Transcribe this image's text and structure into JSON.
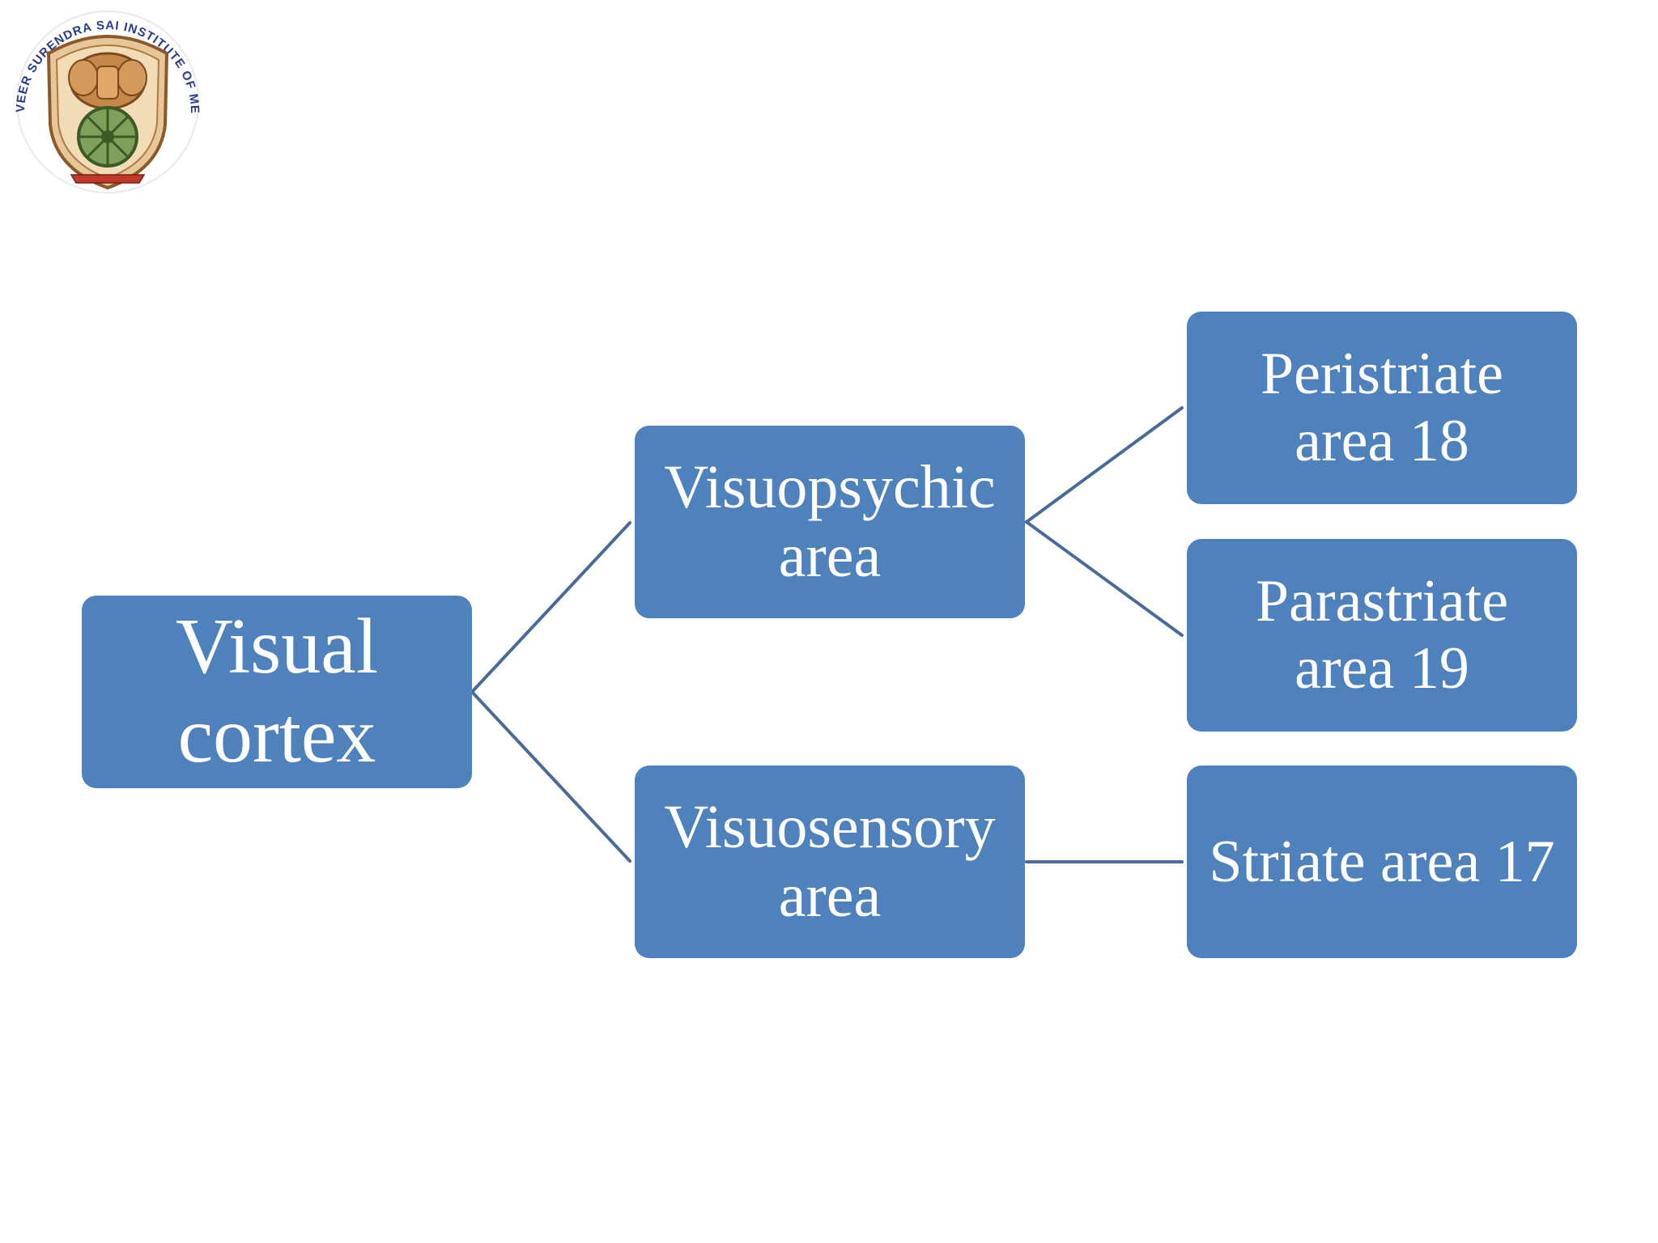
{
  "colors": {
    "node_fill": "#4f81bd",
    "node_text": "#ffffff",
    "connector": "#4a6a9a",
    "background": "#ffffff"
  },
  "logo": {
    "icon": "institute-seal-icon",
    "ring_text": "VEER SURENDRA SAI INSTITUTE OF MEDICAL SCIENCES AND RESEARCH"
  },
  "diagram": {
    "root": {
      "label": "Visual\ncortex"
    },
    "branches": [
      {
        "label": "Visuopsychic\narea",
        "children": [
          {
            "label": "Peristriate\narea 18"
          },
          {
            "label": "Parastriate\narea 19"
          }
        ]
      },
      {
        "label": "Visuosensory\narea",
        "children": [
          {
            "label": "Striate area 17"
          }
        ]
      }
    ]
  }
}
